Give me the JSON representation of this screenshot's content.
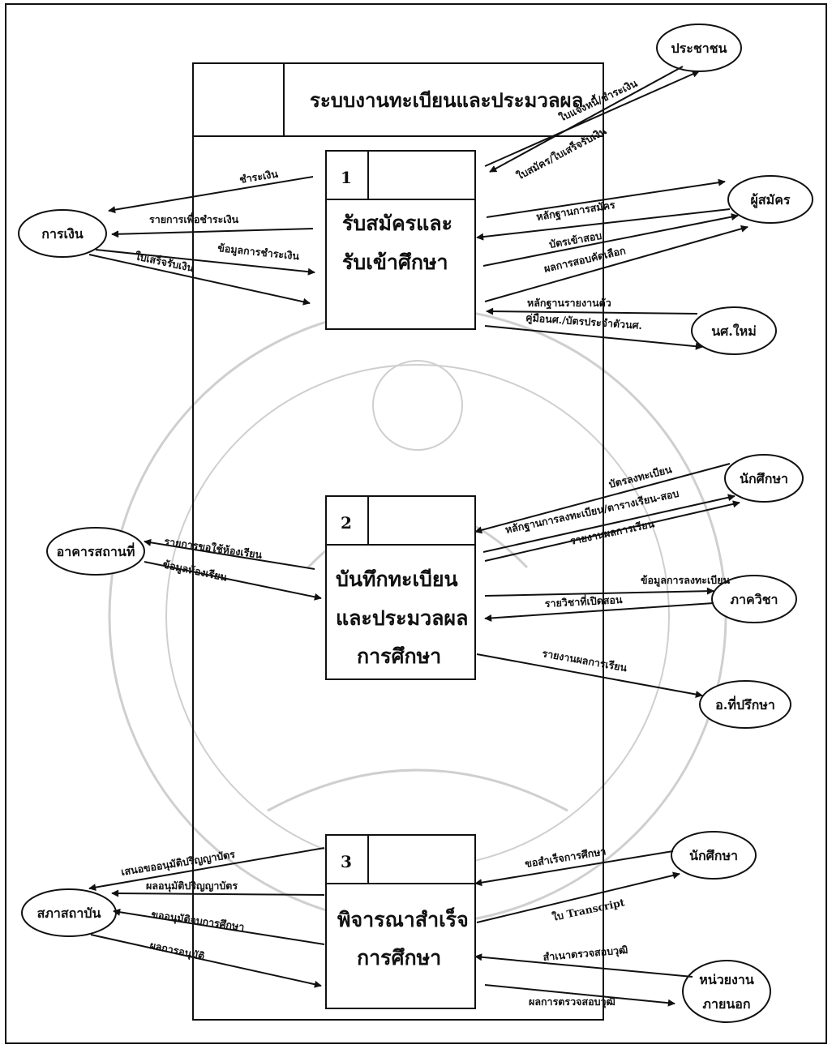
{
  "diagram": {
    "title": "ระบบงานทะเบียนและประมวลผล",
    "processes": [
      {
        "number": "1",
        "lines": [
          "รับสมัครและ",
          "รับเข้าศึกษา"
        ]
      },
      {
        "number": "2",
        "lines": [
          "บันทึกทะเบียน",
          "และประมวลผล",
          "การศึกษา"
        ]
      },
      {
        "number": "3",
        "lines": [
          "พิจารณาสำเร็จ",
          "การศึกษา"
        ]
      }
    ],
    "entities": {
      "public": "ประชาชน",
      "finance": "การเงิน",
      "applicant": "ผู้สมัคร",
      "new_student": "นศ.ใหม่",
      "student_2": "นักศึกษา",
      "buildings": "อาคารสถานที่",
      "department": "ภาควิชา",
      "advisor": "อ.ที่ปรึกษา",
      "council": "สภาสถาบัน",
      "student_3": "นักศึกษา",
      "external_line1": "หน่วยงาน",
      "external_line2": "ภายนอก"
    },
    "flows": {
      "bill": "ใบแจ้งหนี้/ชำระเงิน",
      "application_form": "ใบสมัคร/ใบเสร็จรับเงิน",
      "pay": "ชำระเงิน",
      "pay_list": "รายการเพื่อชำระเงิน",
      "pay_info": "ข้อมูลการชำระเงิน",
      "receipt": "ใบเสร็จรับเงิน",
      "apply_evidence": "หลักฐานการสมัคร",
      "exam_card": "บัตรเข้าสอบ",
      "selection_result": "ผลการสอบคัดเลือก",
      "report_evidence": "หลักฐานรายงานตัว",
      "manual_idcard": "คู่มือนศ./บัตรประจำตัวนศ.",
      "reg_card": "บัตรลงทะเบียน",
      "reg_evidence": "หลักฐานการลงทะเบียน/ตารางเรียน-สอบ",
      "grade_report": "รายงานผลการเรียน",
      "room_request": "รายการขอใช้ห้องเรียน",
      "room_info": "ข้อมูลห้องเรียน",
      "reg_info": "ข้อมูลการลงทะเบียน",
      "course_open": "รายวิชาที่เปิดสอน",
      "grade_report_advisor": "รายงานผลการเรียน",
      "propose_degree": "เสนอขออนุมัติปริญญาบัตร",
      "degree_result": "ผลอนุมัติปริญญาบัตร",
      "request_grad": "ขออนุมัติจบการศึกษา",
      "approval_result": "ผลการอนุมัติ",
      "request_complete": "ขอสำเร็จการศึกษา",
      "transcript": "ใบ Transcript",
      "qualification_copy": "สำเนาตรวจสอบวุฒิ",
      "qualification_result": "ผลการตรวจสอบวุฒิ"
    }
  }
}
